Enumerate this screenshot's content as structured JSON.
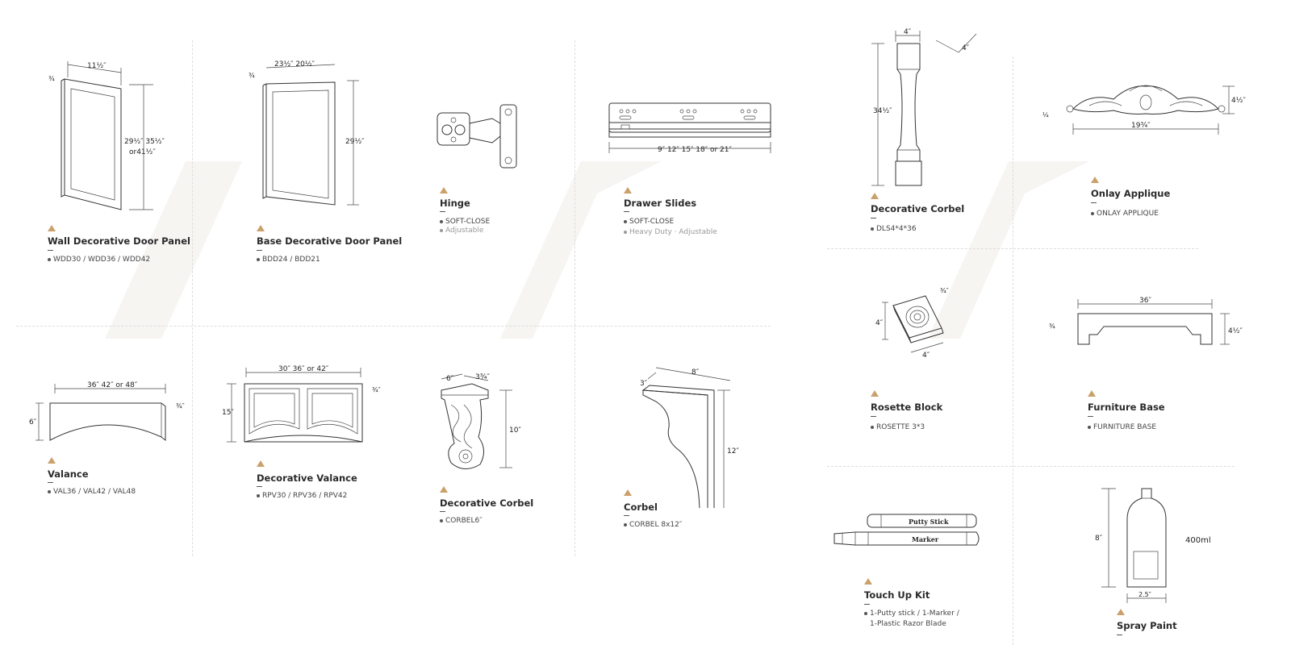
{
  "products": {
    "wall_panel": {
      "title": "Wall Decorative Door Panel",
      "spec": "WDD30 / WDD36 / WDD42"
    },
    "base_panel": {
      "title": "Base Decorative Door Panel",
      "spec": "BDD24 /  BDD21"
    },
    "hinge": {
      "title": "Hinge",
      "spec": "SOFT-CLOSE",
      "spec2": "Adjustable"
    },
    "drawer_slides": {
      "title": "Drawer Slides",
      "spec": "SOFT-CLOSE",
      "spec2": "Heavy Duty · Adjustable"
    },
    "corbel_post": {
      "title": "Decorative Corbel",
      "spec": "DLS4*4*36"
    },
    "onlay": {
      "title": "Onlay Applique",
      "spec": "ONLAY APPLIQUE"
    },
    "valance": {
      "title": "Valance",
      "spec": "VAL36 /  VAL42 / VAL48"
    },
    "dec_valance": {
      "title": "Decorative Valance",
      "spec": "RPV30 / RPV36 / RPV42"
    },
    "dec_corbel": {
      "title": "Decorative Corbel",
      "spec": "CORBEL6″"
    },
    "corbel": {
      "title": "Corbel",
      "spec": "CORBEL 8x12″"
    },
    "rosette": {
      "title": "Rosette Block",
      "spec": "ROSETTE 3*3"
    },
    "furniture_base": {
      "title": "Furniture Base",
      "spec": "FURNITURE BASE"
    },
    "touch_up": {
      "title": "Touch Up Kit",
      "spec": "1-Putty stick / 1-Marker /",
      "spec2": "1-Plastic Razor Blade",
      "putty_label": "Putty Stick",
      "marker_label": "Marker"
    },
    "spray_paint": {
      "title": "Spray Paint",
      "volume": "400ml"
    }
  },
  "dims": {
    "wall_w": "11½″",
    "wall_t": "¾",
    "wall_h1": "29½″ 35½″",
    "wall_h2": "or41½″",
    "base_w": "23½″  20½″",
    "base_t": "¾",
    "base_h": "29½″",
    "slides_len": "9″ 12″ 15″ 18″  or 21″",
    "post_w": "4″",
    "post_d": "4″",
    "post_h": "34½″",
    "onlay_w": "19¾″",
    "onlay_h": "4½″",
    "onlay_t": "¼",
    "val_w": "36″ 42″ or 48″",
    "val_h": "6″",
    "val_t": "¾″",
    "dval_w": "30″ 36″ or 42″",
    "dval_h": "15″",
    "dval_t": "¾″",
    "dcor_w": "6″",
    "dcor_d": "3¾″",
    "dcor_h": "10″",
    "cor_w": "8″",
    "cor_d": "3″",
    "cor_h": "12″",
    "ros_w": "4″",
    "ros_h": "4″",
    "ros_t": "¾″",
    "fb_w": "36″",
    "fb_h": "4½″",
    "fb_t": "¾",
    "spray_h": "8″",
    "spray_w": "2.5″"
  },
  "colors": {
    "accent": "#c9a16a",
    "line": "#333333",
    "divider": "#dddddd"
  }
}
